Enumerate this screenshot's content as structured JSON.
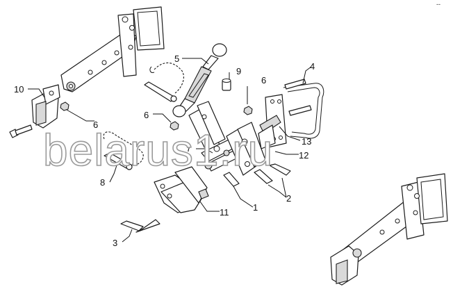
{
  "watermark": "belarus1.ru",
  "corner_mark": "--",
  "callouts": [
    "1",
    "2",
    "3",
    "4",
    "5",
    "6",
    "6",
    "6",
    "7",
    "8",
    "9",
    "10",
    "11",
    "12",
    "13"
  ]
}
